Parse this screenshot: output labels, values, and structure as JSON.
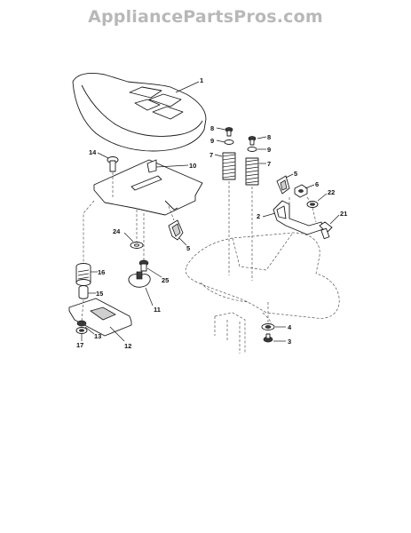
{
  "watermark": "AppliancePartsPros.com",
  "colors": {
    "watermark": "#b8b8b8",
    "ink": "#1a1a1a"
  },
  "callouts": {
    "c1": "1",
    "c2": "2",
    "c3": "3",
    "c4": "4",
    "c5a": "5",
    "c5b": "5",
    "c6": "6",
    "c7a": "7",
    "c7b": "7",
    "c8a": "8",
    "c8b": "8",
    "c9a": "9",
    "c9b": "9",
    "c10": "10",
    "c11": "11",
    "c12": "12",
    "c13": "13",
    "c14": "14",
    "c15": "15",
    "c16": "16",
    "c17": "17",
    "c21": "21",
    "c22": "22",
    "c24": "24",
    "c25": "25"
  }
}
